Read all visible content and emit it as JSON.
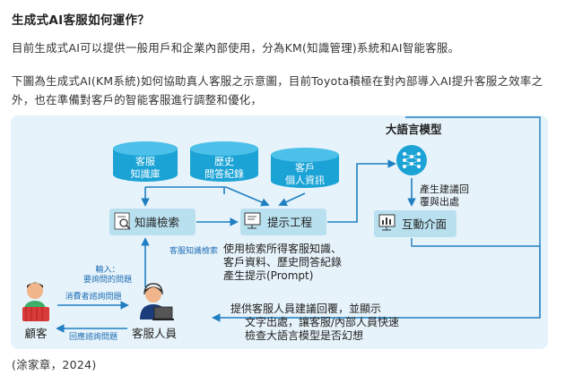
{
  "heading": "生成式AI客服如何運作？",
  "paragraph1": "目前生成式AI可以提供一般用戶和企業內部使用，分為KM(知識管理)系統和AI智能客服。",
  "paragraph2": "下圖為生成式AI(KM系統)如何協助真人客服之示意圖，目前Toyota積極在對內部導入AI提升客服之效率之外，也在準備對客戶的智能客服進行調整和優化，",
  "diagram": {
    "db_kb": [
      "客服",
      "知識庫"
    ],
    "db_history": [
      "歷史",
      "問答紀錄"
    ],
    "db_customer": [
      "客戶",
      "個人資訊"
    ],
    "llm_title": "大語言模型",
    "knowledge_search": "知識檢索",
    "prompt_engineering": "提示工程",
    "interface": "互動介面",
    "gen_reply": [
      "產生建議回",
      "覆與出處"
    ],
    "kb_search_label": "客服知識檢索",
    "input_label": [
      "輸入：",
      "要詢問的問題"
    ],
    "prompt_desc": [
      "使用檢索所得客服知識、",
      "客戶資料、歷史問答紀錄",
      "產生提示(Prompt)"
    ],
    "consumer_ask": "消費者諮詢問題",
    "reply_ask": "回應諮詢問題",
    "customer": "顧客",
    "agent": "客服人員",
    "provide_desc": [
      "提供客服人員建議回覆，並顯示",
      "文字出處，讓客服/內部人員快速",
      "檢查大語言模型是否幻想"
    ]
  },
  "caption": "(涂家章，2024)",
  "colors": {
    "panel": "#e7f3fa",
    "db": "#1ba3d6",
    "arrow": "#1f7fc2",
    "box": "#b9e0ef",
    "blue_text": "#1f6fb5"
  }
}
